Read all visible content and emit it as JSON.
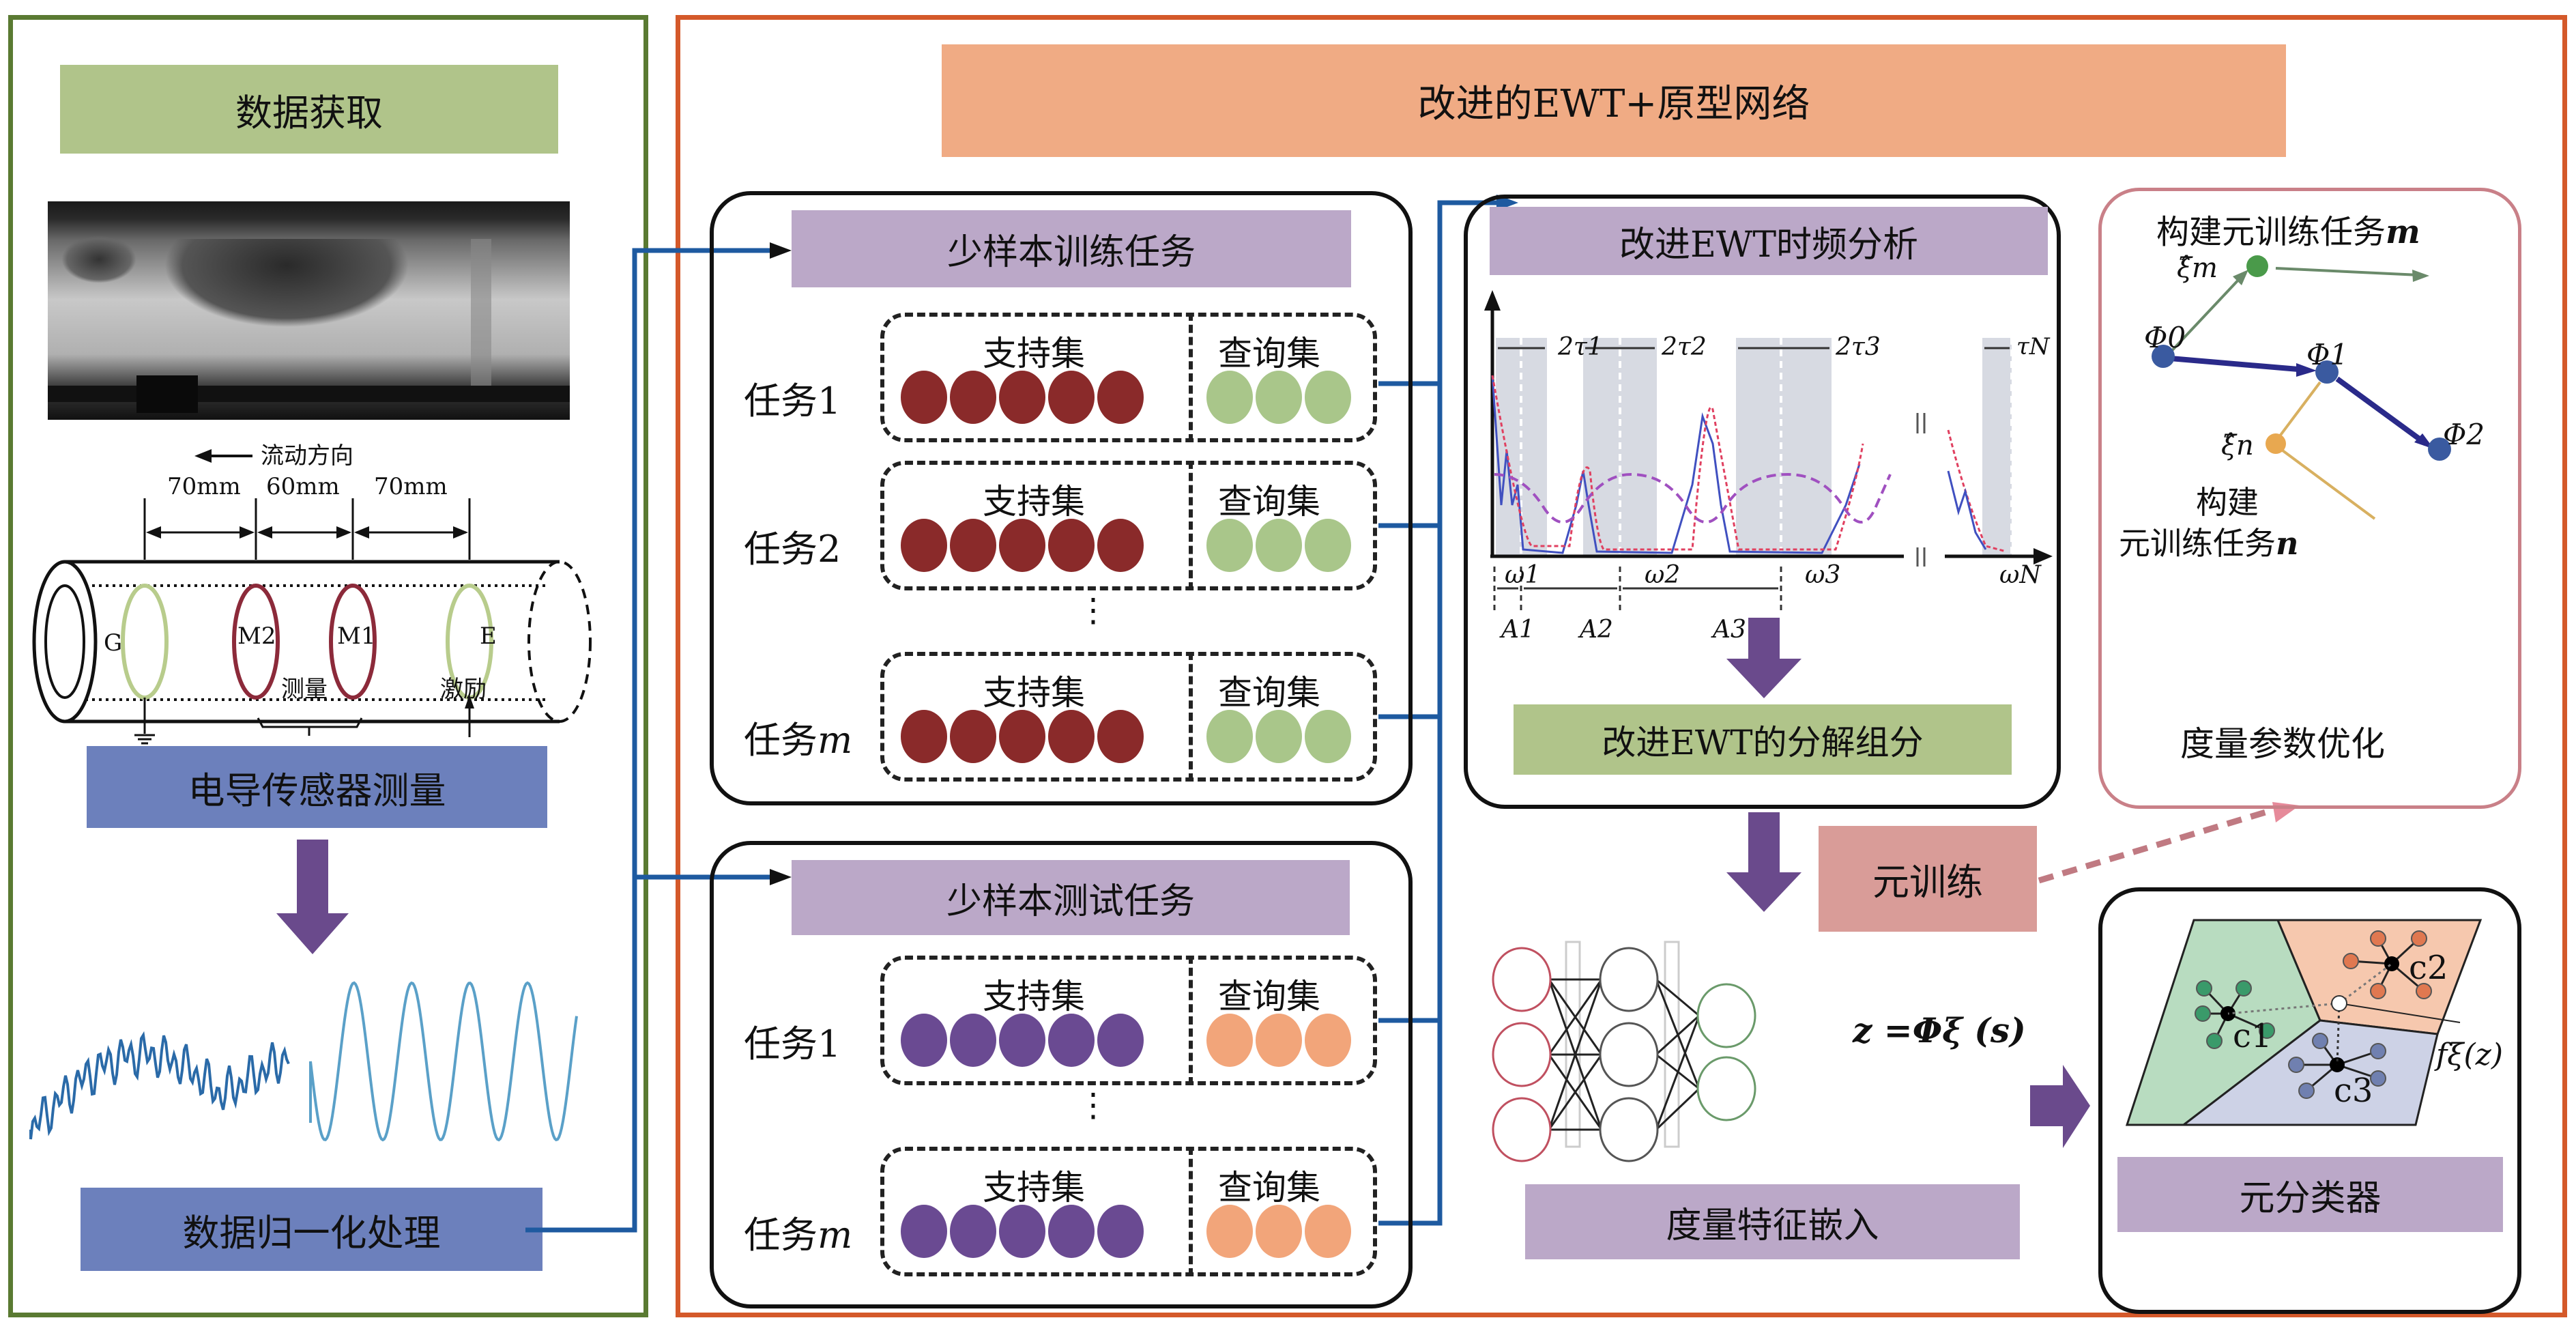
{
  "data_acquisition": {
    "title": "数据获取",
    "flow_direction": "流动方向",
    "spacings": [
      "70mm",
      "60mm",
      "70mm"
    ],
    "electrodes": [
      "G",
      "M2",
      "M1",
      "E"
    ],
    "measure_label": "测量",
    "excite_label": "激励",
    "sensor_step": "电导传感器测量",
    "normalize_step": "数据归一化处理",
    "colors": {
      "panel_border": "#5a7a32",
      "title_bg": "#b0c48a",
      "step_bg": "#6c80bc",
      "ring_outer": "#b8cc8c",
      "ring_inner": "#8c2a3a"
    }
  },
  "main": {
    "title": "改进的EWT+原型网络",
    "colors": {
      "panel_border": "#d4592a",
      "title_bg": "#f0ab84",
      "connector": "#1e5aa0",
      "arrow": "#6a4a8c"
    },
    "train_tasks": {
      "title": "少样本训练任务",
      "support_label": "支持集",
      "query_label": "查询集",
      "tasks": [
        {
          "label": "任务1",
          "italic": ""
        },
        {
          "label": "任务2",
          "italic": ""
        },
        {
          "label": "任务",
          "italic": "m"
        }
      ],
      "support_count": 5,
      "query_count": 3,
      "support_color": "#8a2a2a",
      "query_color": "#a9c68a",
      "ellipsis": "⋮"
    },
    "test_tasks": {
      "title": "少样本测试任务",
      "support_label": "支持集",
      "query_label": "查询集",
      "tasks": [
        {
          "label": "任务1",
          "italic": ""
        },
        {
          "label": "任务",
          "italic": "m"
        }
      ],
      "support_count": 5,
      "query_count": 3,
      "support_color": "#6a4a92",
      "query_color": "#f2a57a",
      "ellipsis": "⋮"
    },
    "ewt": {
      "title": "改进EWT时频分析",
      "result": "改进EWT的分解组分",
      "tau_labels": [
        "2τ1",
        "2τ2",
        "2τ3",
        "τN"
      ],
      "omega_labels": [
        "ω1",
        "ω2",
        "ω3",
        "ωN"
      ],
      "segment_labels": [
        "A1",
        "A2",
        "A3"
      ]
    },
    "meta_opt": {
      "task_m": "构建元训练任务",
      "task_m_var": "m",
      "task_n_line1": "构建",
      "task_n_line2": "元训练任务",
      "task_n_var": "n",
      "xi_m": "ξ̂m",
      "xi_n": "ξ̂n",
      "phi0": "Φ0",
      "phi1": "Φ1",
      "phi2": "Φ2",
      "footer": "度量参数优化"
    },
    "meta_train": "元训练",
    "embedding": {
      "formula": "z =Φξ (s)",
      "label": "度量特征嵌入"
    },
    "classifier": {
      "centroids": [
        "c1",
        "c2",
        "c3"
      ],
      "fn_label": "fξ(z)",
      "label": "元分类器",
      "region_colors": [
        "#b8dcc0",
        "#f6c8ae",
        "#cdd2e6"
      ]
    }
  }
}
